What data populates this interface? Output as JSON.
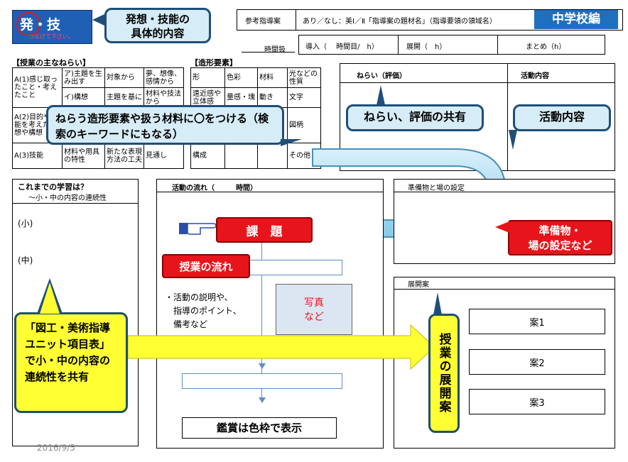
{
  "logo": {
    "main": "発・技",
    "sub": "つなげて下さい。"
  },
  "header_callout": "発想・技能の\n具体的内容",
  "header": {
    "ref_label": "参考指導案",
    "ref_value": "あり／なし：美Ⅰ／Ⅱ「指導案の題材名」（指導要領の領域名）",
    "badge": "中学校編",
    "hours_label": "時間扱",
    "intro": "導入（　 時間目/　h）",
    "develop": "展開（　h）",
    "summary": "まとめ（h）"
  },
  "aims_title": "【授業の主なねらい】",
  "aims_table": [
    [
      "A(1)感じ取ったこと・考えたこと",
      "ア)主題を生み出す",
      "対象から",
      "夢、想像、感情から"
    ],
    [
      "",
      "イ)構想",
      "主題を基に",
      "材料や技法から"
    ],
    [
      "A(2)目的や機能を考えた発想や構想",
      "",
      "",
      ""
    ],
    [
      "A(3)技能",
      "材料や用具の特性",
      "新たな表現方法の工夫",
      "見通し"
    ]
  ],
  "elements_title": "【造形要素】",
  "elements_table": [
    [
      "形",
      "色彩",
      "材料",
      "光などの性質"
    ],
    [
      "遠近感や立体感",
      "量感・塊",
      "動き",
      "文字"
    ],
    [
      "",
      "",
      "",
      "図柄"
    ],
    [
      "構成",
      "",
      "",
      "その他"
    ]
  ],
  "eval_header": {
    "aim": "ねらい（評価）",
    "activity": "活動内容"
  },
  "callouts": {
    "elements": "ねらう造形要素や扱う材料に〇をつける（検索のキーワードにもなる）",
    "aims_share": "ねらい、評価の共有",
    "activity": "活動内容",
    "prepare": "準備物・\n場の設定など",
    "unit": "「図工・美術指導ユニット項目表」で小・中の内容の連続性を共有",
    "plan": "授業の展開案"
  },
  "prior": {
    "title": "これまでの学習は？",
    "sub": "～小・中の内容の連続性",
    "elem": "(小)",
    "middle": "(中)"
  },
  "flow": {
    "title": "活動の流れ（　　　時間）",
    "task": "課　題",
    "flow_label": "授業の流れ",
    "notes": "・活動の説明や、\n　指導のポイント、\n　備考など",
    "photo": "写真\nなど",
    "appreciation": "鑑賞は色枠で表示"
  },
  "prep": {
    "title": "準備物と場の設定"
  },
  "plans": {
    "title": "展開案",
    "items": [
      "案1",
      "案2",
      "案3"
    ]
  },
  "footer_date": "2016/9/5"
}
